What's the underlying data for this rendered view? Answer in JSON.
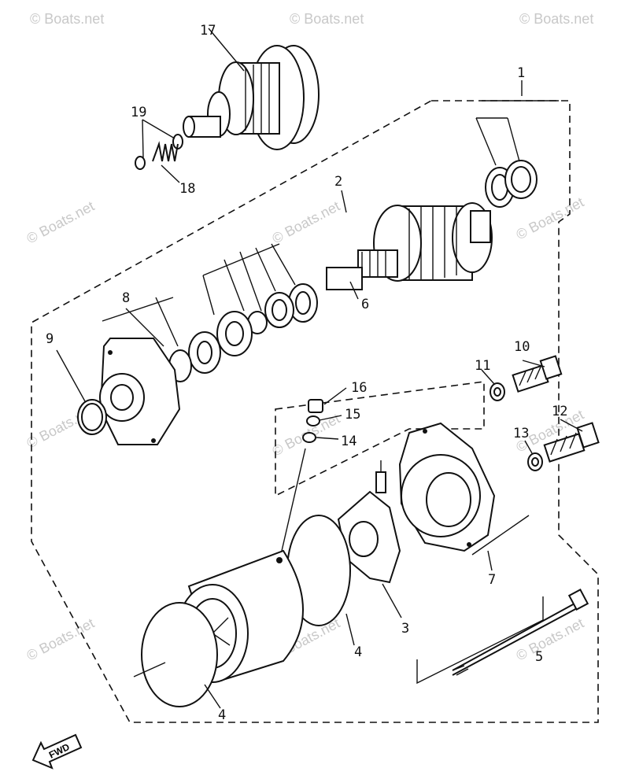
{
  "watermark": "© Boats.net",
  "callouts": {
    "c1": "1",
    "c2": "2",
    "c3": "3",
    "c4a": "4",
    "c4b": "4",
    "c5": "5",
    "c6": "6",
    "c7": "7",
    "c8": "8",
    "c9": "9",
    "c10": "10",
    "c11": "11",
    "c12": "12",
    "c13": "13",
    "c14": "14",
    "c15": "15",
    "c16": "16",
    "c17": "17",
    "c18": "18",
    "c19": "19"
  },
  "fwd_label": "FWD"
}
